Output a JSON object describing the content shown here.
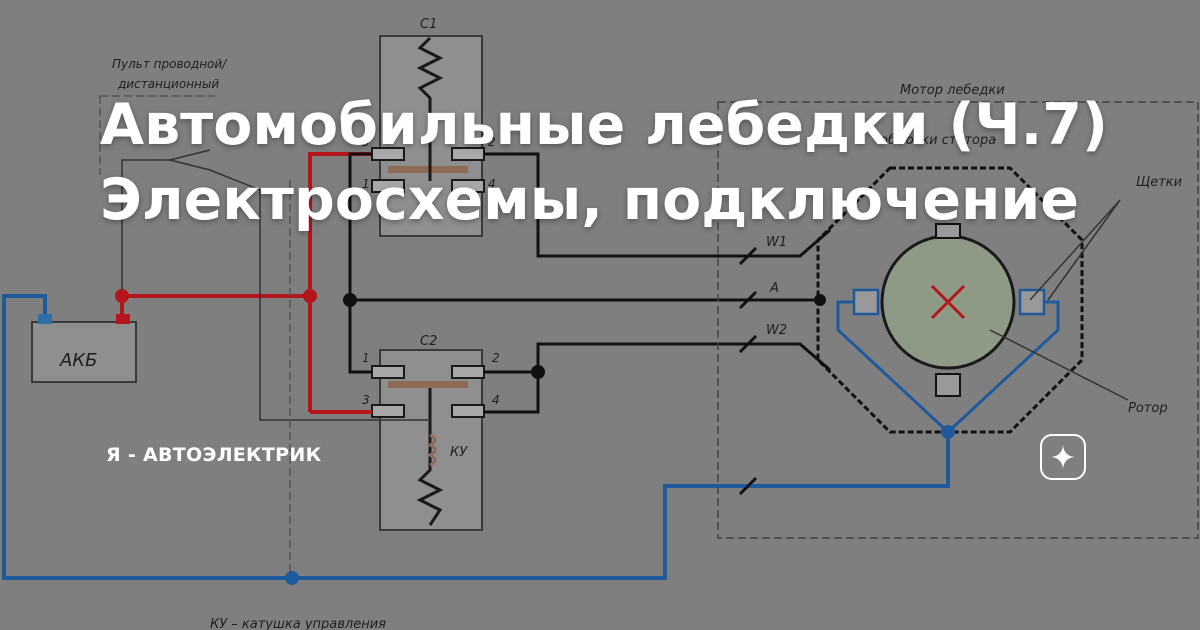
{
  "article": {
    "title_line1": "Автомобильные лебедки (Ч.7)",
    "title_line2": "Электросхемы, подключение",
    "channel_name": "Я - АВТОЭЛЕКТРИК"
  },
  "schematic_labels": {
    "remote": "Пульт проводной/",
    "remote2": "дистанционный",
    "battery": "АКБ",
    "c1": "С1",
    "c2": "С2",
    "motor": "Мотор лебедки",
    "stator": "обмотки статора",
    "brushes": "Щетки",
    "rotor": "Ротор",
    "w1": "W1",
    "a": "A",
    "w2": "W2",
    "ku": "КУ",
    "p1": "1",
    "p2": "2",
    "p3": "3",
    "p4": "4",
    "q1": "1",
    "q2": "2",
    "q3": "3",
    "q4": "4",
    "legend": "КУ – катушка управления"
  },
  "colors": {
    "background": "#7f7f7f",
    "red_wire": "#b4161b",
    "blue_wire": "#1e5a9c",
    "black_wire": "#111111",
    "title_text": "#ffffff"
  },
  "icons": {
    "logo": "zen-star-icon"
  }
}
